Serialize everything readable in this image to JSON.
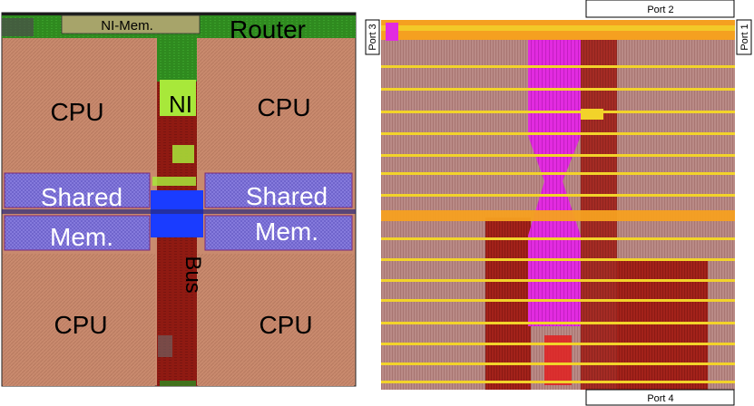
{
  "left_layout": {
    "router_label": "Router",
    "ni_mem_label": "NI-Mem.",
    "ni_label": "NI",
    "bus_label": "Bus",
    "cpu_labels": [
      "CPU",
      "CPU",
      "CPU",
      "CPU"
    ],
    "shared_mem": {
      "left_line1": "Shared",
      "left_line2": "Mem.",
      "right_line1": "Shared",
      "right_line2": "Mem."
    }
  },
  "right_layout": {
    "ports": {
      "top": "Port 2",
      "right": "Port 1",
      "left": "Port 3",
      "bottom": "Port 4"
    }
  },
  "colors": {
    "cpu": "#c98a6e",
    "router": "#2f8a1f",
    "ni": "#a8e83a",
    "bus": "#8f1a12",
    "shared_mem": "#6a5fc8",
    "shared_hub": "#1a3cff",
    "route_yellow": "#f2d32a",
    "route_magenta": "#e22be0",
    "route_orange": "#f5a020",
    "route_red": "#a3221a",
    "route_pink": "#b98a86"
  }
}
